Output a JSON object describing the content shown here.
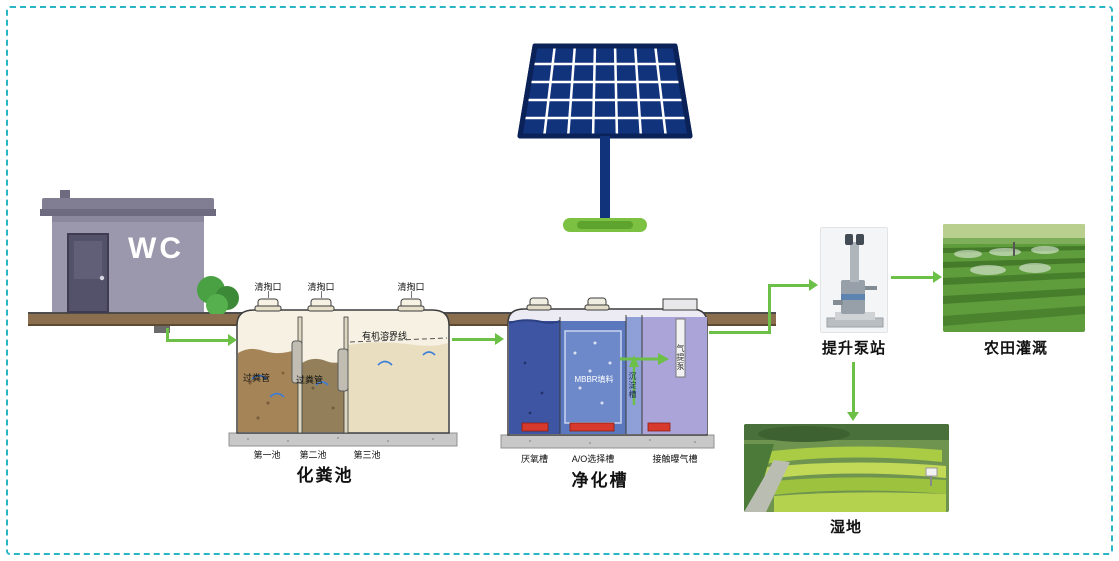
{
  "wc": {
    "label": "WC"
  },
  "septic": {
    "title": "化粪池",
    "cleanout_labels": [
      "清掏口",
      "清掏口",
      "清掏口"
    ],
    "pipe_labels": [
      "过粪管",
      "过粪管"
    ],
    "organic_line_label": "有机溶界线",
    "chamber_labels": [
      "第一池",
      "第二池",
      "第三池"
    ]
  },
  "purifier": {
    "title": "净化槽",
    "mbbr_label": "MBBR填料",
    "sedimentation_label": "沉淀槽",
    "airlift_label": "气提泵",
    "section_labels": [
      "厌氧槽",
      "A/O选择槽",
      "接触曝气槽"
    ]
  },
  "pump_station": {
    "title": "提升泵站"
  },
  "irrigation": {
    "title": "农田灌溉"
  },
  "wetland": {
    "title": "湿地"
  },
  "colors": {
    "border": "#2ab5c5",
    "arrow": "#6cbf47",
    "solar_panel": "#10337c",
    "solar_base": "#7cc142",
    "ground": "#8a6e4d",
    "tank_red": "#d7392c"
  }
}
